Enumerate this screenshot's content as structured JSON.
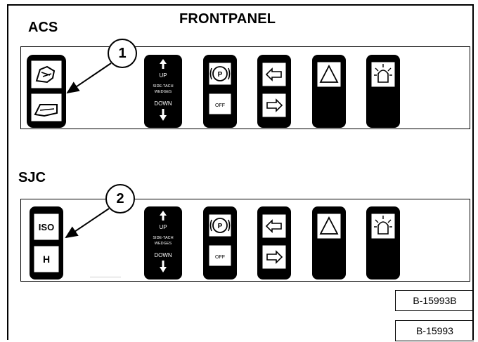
{
  "title": "FRONTPANEL",
  "sections": [
    {
      "label": "ACS",
      "callout": "1",
      "switch3_off": "OFF"
    },
    {
      "label": "SJC",
      "callout": "2",
      "switch1_top": "ISO",
      "switch1_bottom": "H",
      "switch3_off": "OFF"
    }
  ],
  "rocker_text": {
    "up": "UP",
    "middle1": "SIDE-TACH",
    "middle2": "WEDGES",
    "down": "DOWN"
  },
  "parking_symbol": "P",
  "codes": [
    "B-15993B",
    "B-15993"
  ]
}
